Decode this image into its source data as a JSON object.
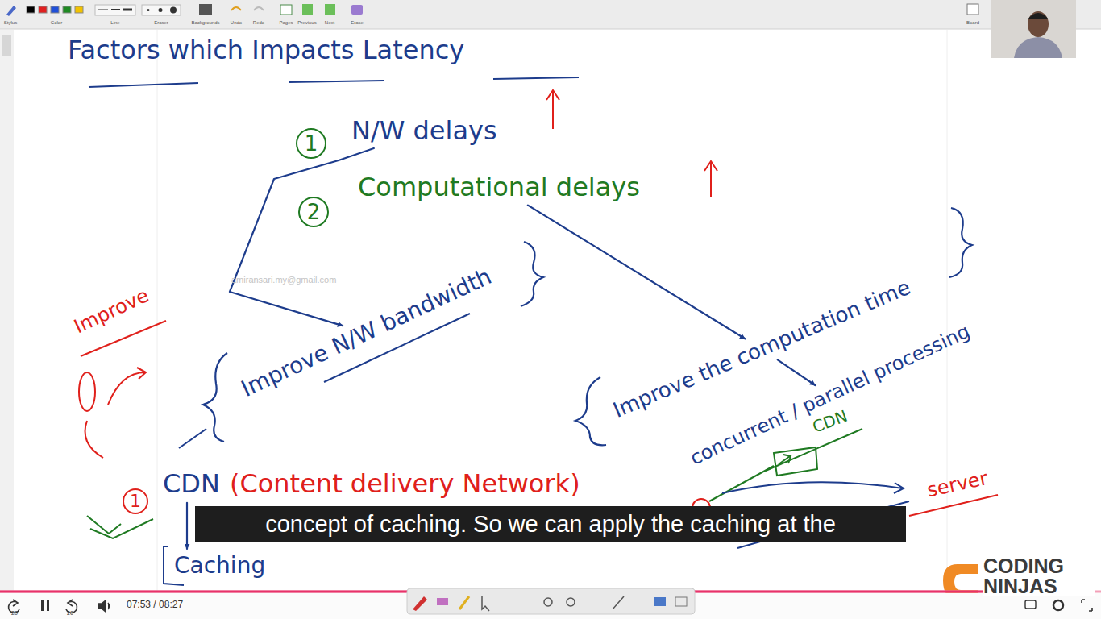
{
  "diagram": {
    "title": "Factors which Impacts Latency",
    "nodes": [
      {
        "text": [
          "N/W delays"
        ]
      },
      {
        "text": [
          "Computational delays"
        ]
      },
      {
        "text": [
          "Improve N/W bandwidth"
        ]
      },
      {
        "text": [
          "Improve the computation time"
        ]
      },
      {
        "text": [
          "concurrent / parallel processing"
        ]
      },
      {
        "text": [
          "CDN",
          "(Content delivery Network)"
        ]
      },
      {
        "text": [
          "Caching"
        ]
      }
    ],
    "edges": [
      {
        "from": 0,
        "to": 2,
        "arrow": "to"
      },
      {
        "from": 1,
        "to": 3,
        "arrow": "to"
      },
      {
        "from": 3,
        "to": 4,
        "arrow": "to"
      },
      {
        "from": 5,
        "to": 6,
        "arrow": "to"
      }
    ],
    "labels": [
      "1",
      "2",
      "Improve",
      "1",
      "CDN",
      "server",
      "amiransari.my@gmail.com",
      "concept of caching. So we can apply the caching at the",
      "07:53 / 08:27",
      "CODING NINJAS",
      "20",
      "20",
      "Stylus",
      "Color",
      "Line",
      "Eraser",
      "Backgrounds",
      "Undo",
      "Redo",
      "Pages",
      "Previous",
      "Next",
      "Erase",
      "Board"
    ]
  }
}
